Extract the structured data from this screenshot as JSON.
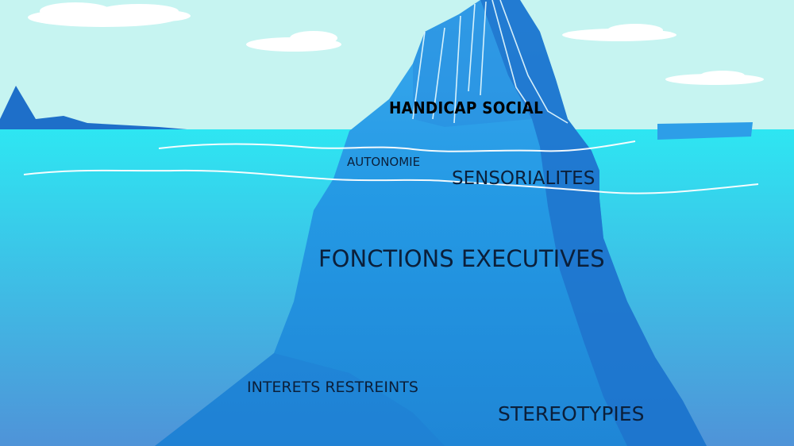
{
  "colors": {
    "sky": "#c6f4f1",
    "water_top": "#2ee6f2",
    "water_bottom": "#4f93d8",
    "iceberg_light": "#2d9ee8",
    "iceberg_dark": "#1e6fc9",
    "cloud": "#ffffff",
    "text": "#0b1f3a"
  },
  "icons": {
    "clouds": "cloud-icon",
    "distant_iceberg": "distant-iceberg-icon",
    "floating_ice": "ice-floe-icon"
  },
  "labels": {
    "handicap_social": "HANDICAP SOCIAL",
    "autonomie": "AUTONOMIE",
    "sensorialites": "SENSORIALITES",
    "fonctions_executives": "FONCTIONS EXECUTIVES",
    "interets_restreints": "INTERETS RESTREINTS",
    "stereotypies": "STEREOTYPIES"
  }
}
